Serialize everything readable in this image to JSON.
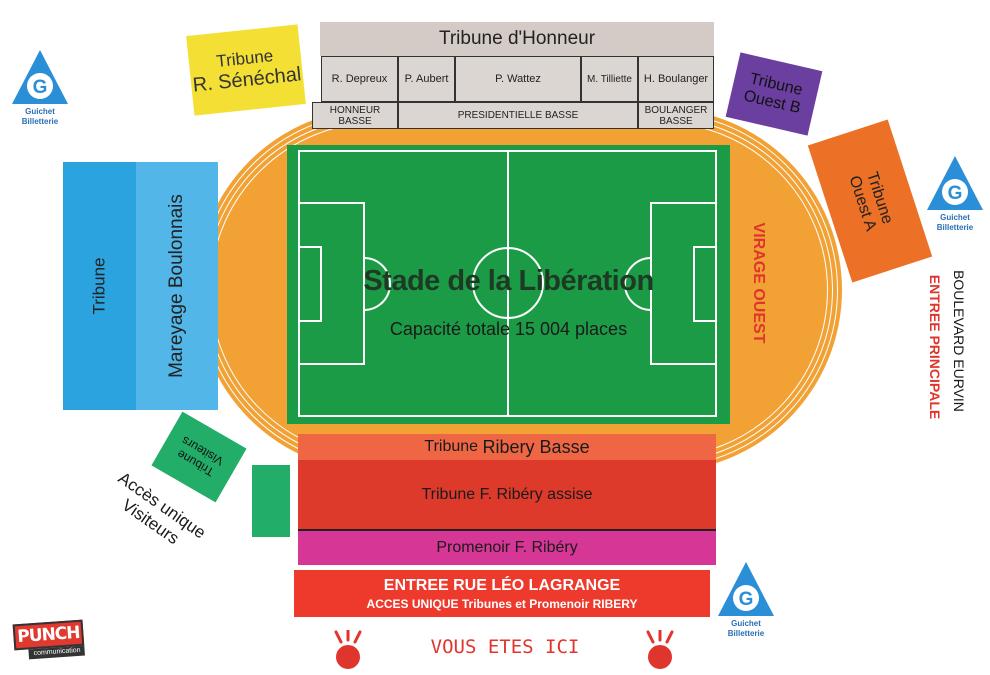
{
  "stadium": {
    "name": "Stade de la Libération",
    "capacity": "Capacité totale 15 004 places"
  },
  "stands": {
    "honneur": {
      "title": "Tribune d'Honneur",
      "boxes": [
        "R. Depreux",
        "P. Aubert",
        "P. Wattez",
        "M. Tilliette",
        "H. Boulanger"
      ],
      "lower_left": "HONNEUR BASSE",
      "lower_center": "PRESIDENTIELLE BASSE",
      "lower_right": "BOULANGER BASSE"
    },
    "senechal": {
      "line1": "Tribune",
      "line2": "R. Sénéchal"
    },
    "ouest_b": {
      "line1": "Tribune",
      "line2": "Ouest B"
    },
    "ouest_a": {
      "line1": "Tribune",
      "line2": "Ouest A"
    },
    "mareyage": {
      "line1": "Tribune",
      "line2": "Mareyage Boulonnais"
    },
    "visiteurs": {
      "line1": "Tribune",
      "line2": "Visiteurs"
    },
    "ribery_basse": {
      "prefix": "Tribune ",
      "name": "Ribery Basse"
    },
    "ribery_assise": "Tribune F. Ribéry assise",
    "promenoir": "Promenoir F. Ribéry"
  },
  "labels": {
    "virage_ouest": "VIRAGE OUEST",
    "entree_principale": "ENTREE PRINCIPALE",
    "boulevard": "BOULEVARD EURVIN",
    "acces_visiteurs_1": "Accès unique",
    "acces_visiteurs_2": "Visiteurs",
    "entree_rue_title": "ENTREE RUE LÉO LAGRANGE",
    "entree_rue_sub": "ACCES UNIQUE Tribunes et Promenoir RIBERY",
    "vous_etes_ici": "VOUS ETES ICI"
  },
  "guichet": {
    "letter": "G",
    "line1": "Guichet",
    "line2": "Billetterie"
  },
  "logo": {
    "brand": "PUNCH",
    "sub": "communication"
  },
  "colors": {
    "track": "#f2a135",
    "pitch": "#1c9b47",
    "honneur": "#d4cbc7",
    "senechal": "#f4e034",
    "ouest_b": "#6a3fa0",
    "ouest_a": "#ec7025",
    "mareyage_dark": "#2aa3de",
    "mareyage_light": "#52b6e8",
    "visiteurs": "#22ad69",
    "ribery_basse": "#ee6644",
    "ribery_assise": "#dd3a2c",
    "promenoir": "#d63696",
    "entree_rue": "#ee3a2c",
    "red_text": "#e0352d",
    "guichet_blue": "#2a8fd6"
  }
}
